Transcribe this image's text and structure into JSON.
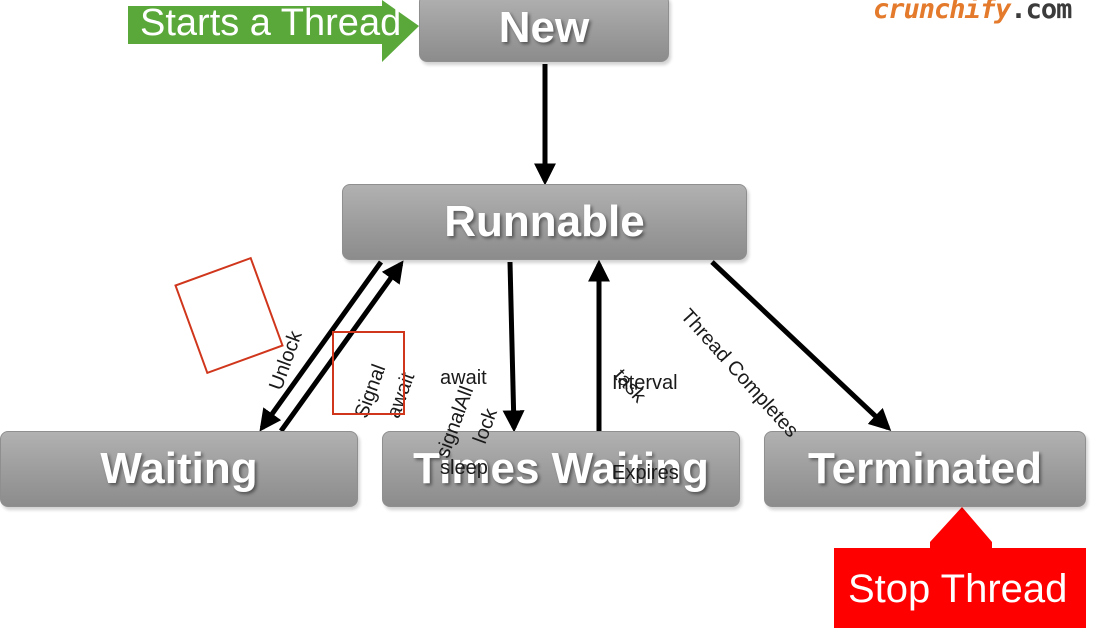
{
  "states": {
    "new": "New",
    "runnable": "Runnable",
    "waiting": "Waiting",
    "timed_waiting": "Times Waiting",
    "terminated": "Terminated"
  },
  "transitions": {
    "unlock": "Unlock",
    "signal": "Signal",
    "signal_all": "signalAll",
    "await_lock_1": "await",
    "await_lock_2": "lock",
    "await_sleep_1": "await",
    "await_sleep_2": "sleep",
    "interval_1": "Interval",
    "interval_2": "Expires",
    "completes_1": "Thread Completes",
    "completes_2": "task"
  },
  "callouts": {
    "start": "Starts a Thread",
    "stop": "Stop Thread"
  },
  "logo": {
    "brand": "crunchify",
    "tld": ".com"
  },
  "colors": {
    "start_green": "#5aa83a",
    "stop_red": "#ff0000",
    "highlight_red": "#d0361c",
    "logo_orange": "#e47a2b"
  }
}
